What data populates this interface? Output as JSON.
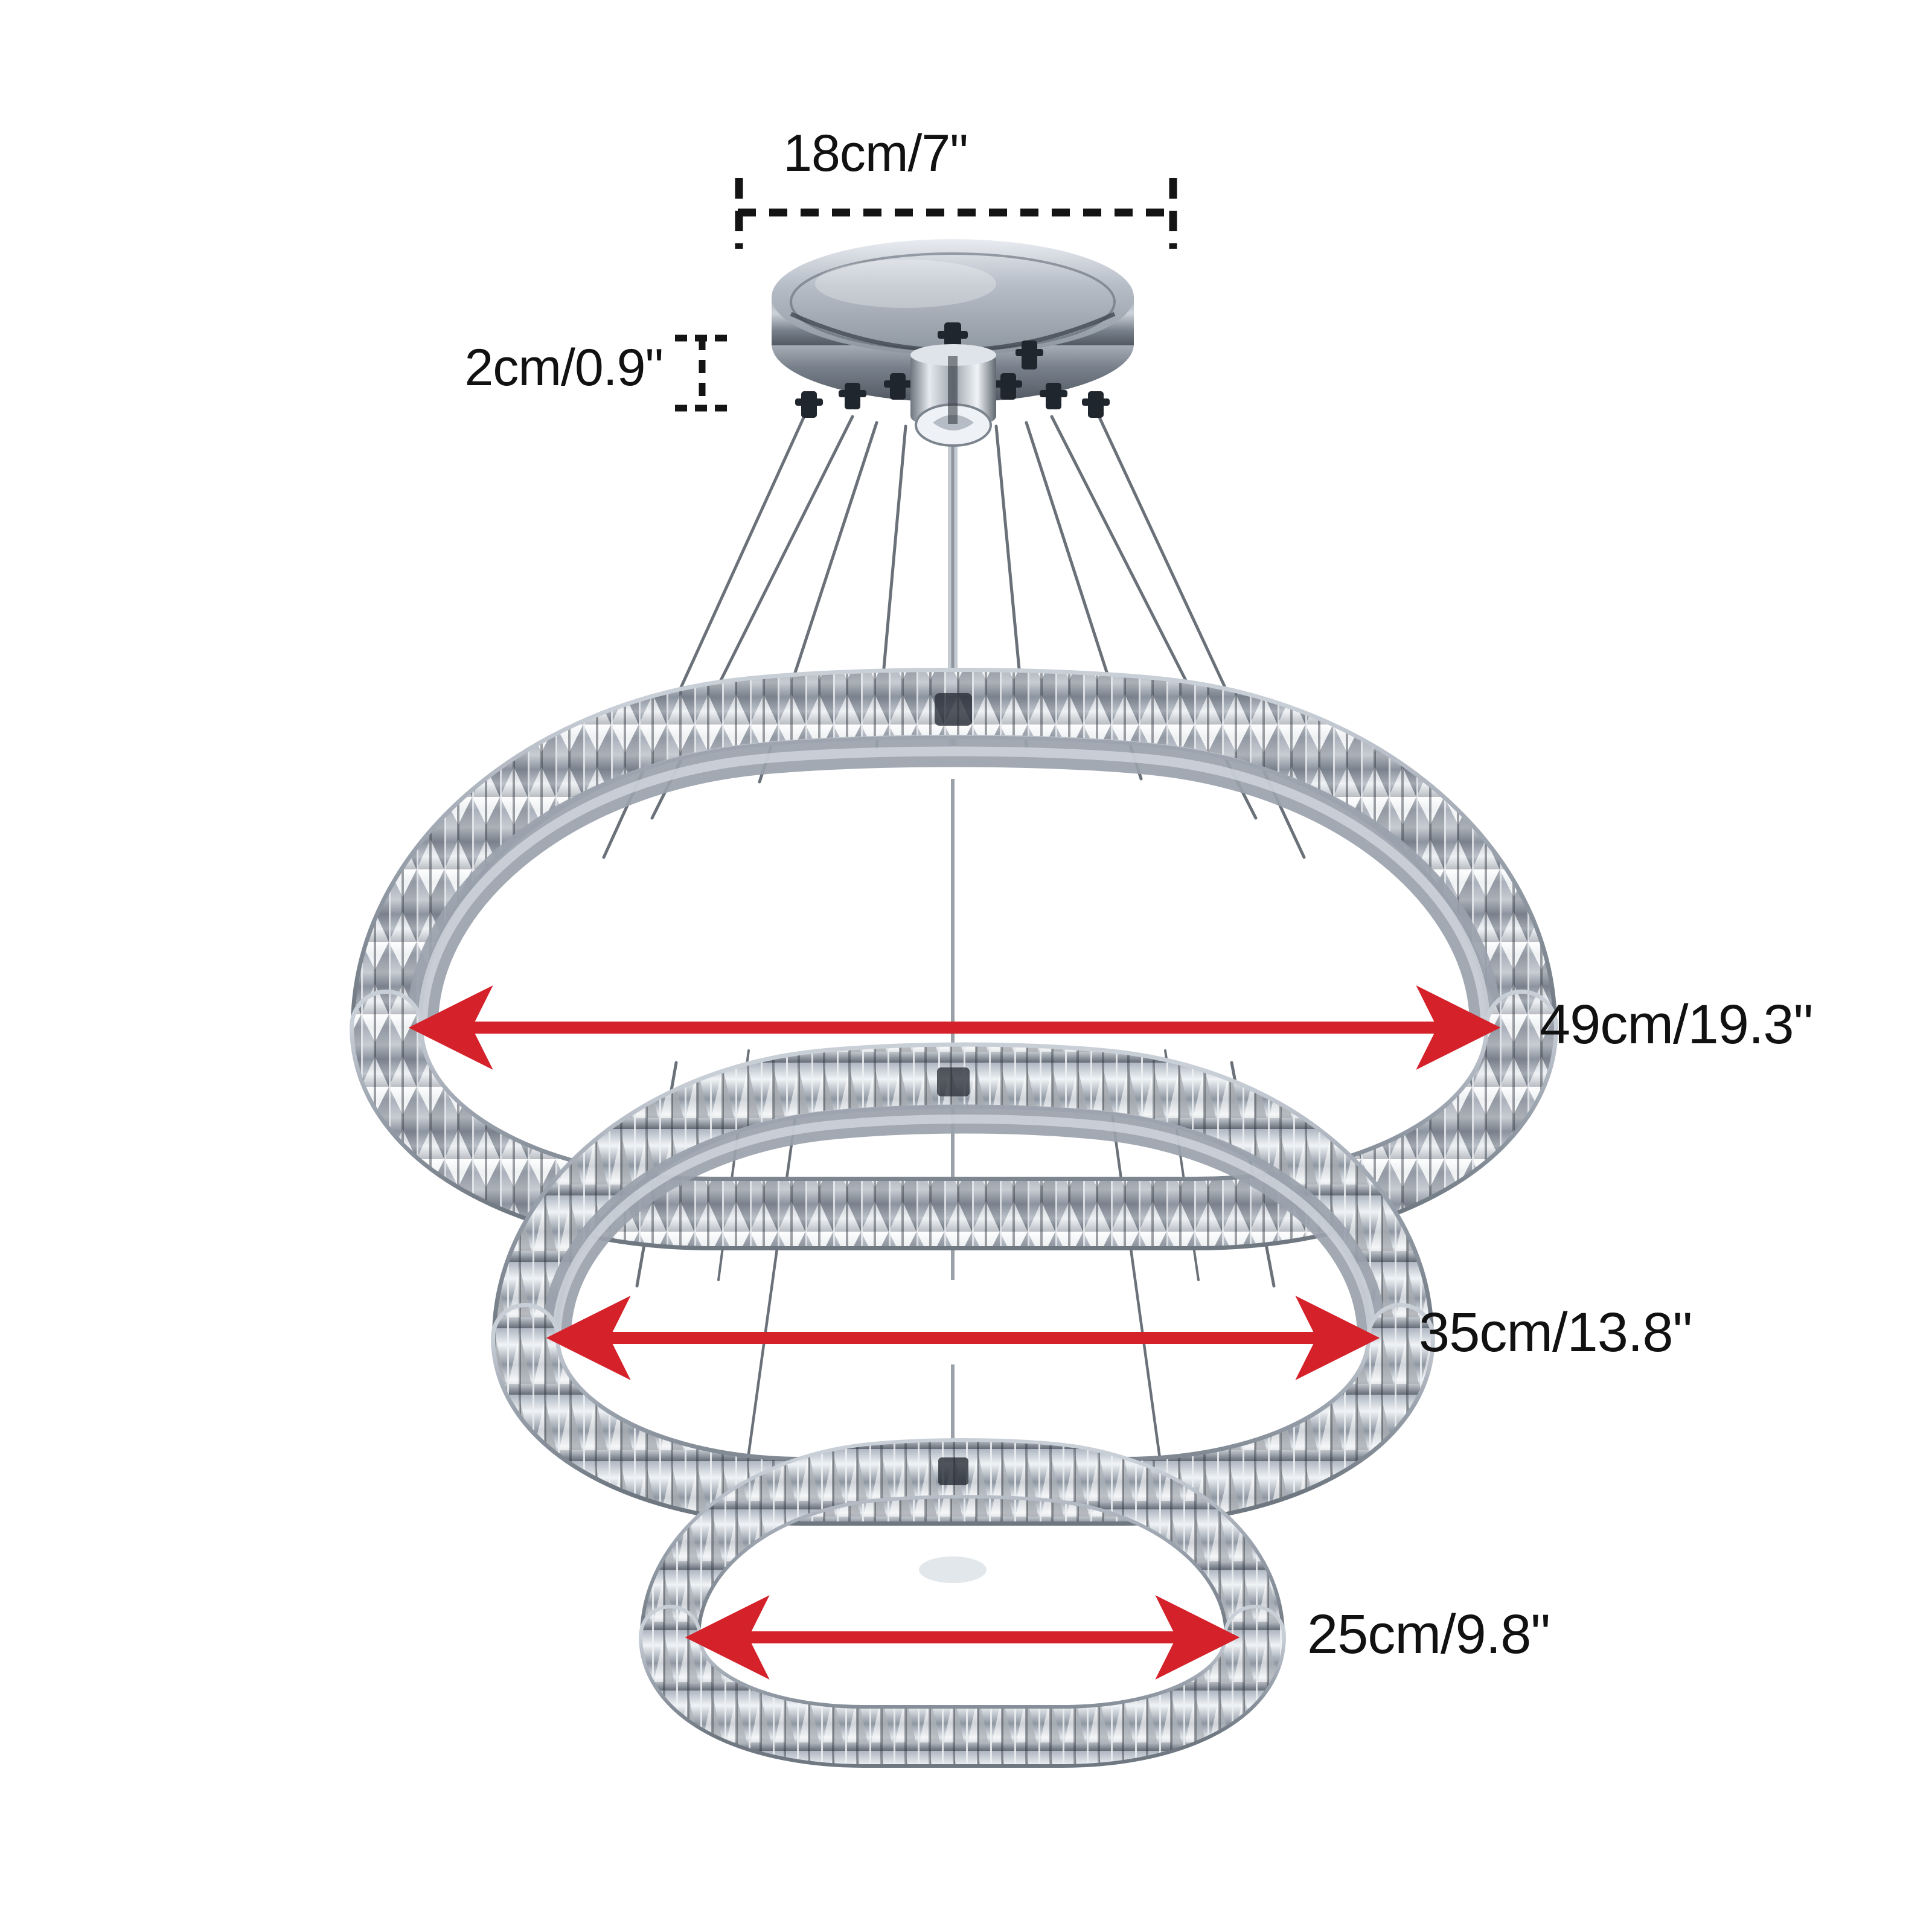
{
  "image": {
    "subject": "3-tier crystal LED pendant chandelier dimension diagram",
    "background_color": "#ffffff"
  },
  "colors": {
    "arrow_red": "#d4212a",
    "dimension_line_black": "#1a1a1a",
    "label_text": "#111111",
    "chrome_light": "#f2f4f7",
    "chrome_mid": "#aab2bd",
    "chrome_dark": "#5c646e",
    "crystal_light": "#eef1f5",
    "crystal_mid": "#b9c0c9",
    "crystal_dark": "#3f4650",
    "cable_gray": "#6b7179"
  },
  "dimensions": {
    "canopy_width": {
      "label": "18cm/7\"",
      "marker": "dashed-horizontal-with-end-ticks",
      "cm": 18,
      "inches": 7
    },
    "canopy_height": {
      "label": "2cm/0.9\"",
      "marker": "dashed-vertical-i-beam",
      "cm": 2,
      "inches": 0.9
    },
    "ring_top": {
      "label": "49cm/19.3\"",
      "marker": "red-double-arrow",
      "cm": 49,
      "inches": 19.3
    },
    "ring_middle": {
      "label": "35cm/13.8\"",
      "marker": "red-double-arrow",
      "cm": 35,
      "inches": 13.8
    },
    "ring_bottom": {
      "label": "25cm/9.8\"",
      "marker": "red-double-arrow",
      "cm": 25,
      "inches": 9.8
    }
  },
  "product": {
    "canopy": {
      "shape": "round-chrome-disc",
      "cable_clamp_count": 9,
      "has_center_cylinder": true
    },
    "rings": [
      {
        "name": "top",
        "tier": 1,
        "shape": "rounded-triangle",
        "size_label": "49cm/19.3\""
      },
      {
        "name": "middle",
        "tier": 2,
        "shape": "rounded-triangle",
        "size_label": "35cm/13.8\""
      },
      {
        "name": "bottom",
        "tier": 3,
        "shape": "rounded-triangle",
        "size_label": "25cm/9.8\""
      }
    ],
    "suspension": {
      "cable_count": 8,
      "has_center_power_cord": true
    }
  }
}
